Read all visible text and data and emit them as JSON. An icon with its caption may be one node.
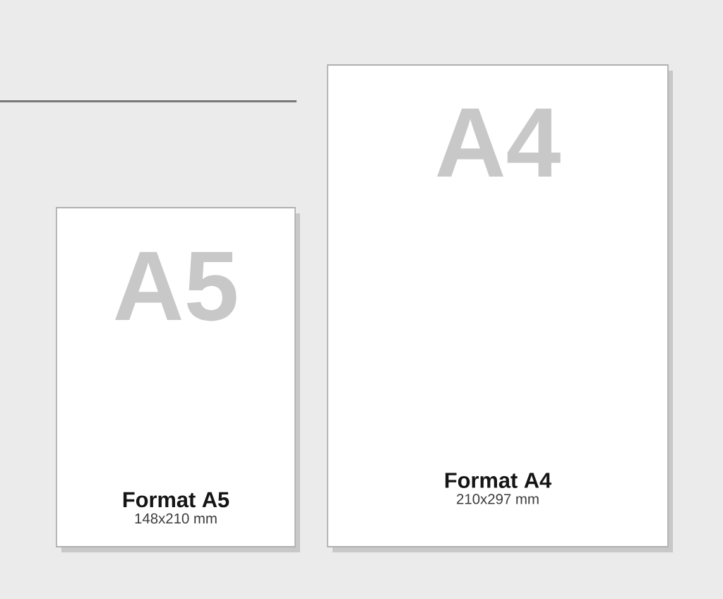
{
  "diagram": {
    "nodes": [
      {
        "text": [
          "A5",
          "Format A5",
          "148x210 mm"
        ]
      },
      {
        "text": [
          "A4",
          "Format A4",
          "210x297 mm"
        ]
      }
    ]
  }
}
